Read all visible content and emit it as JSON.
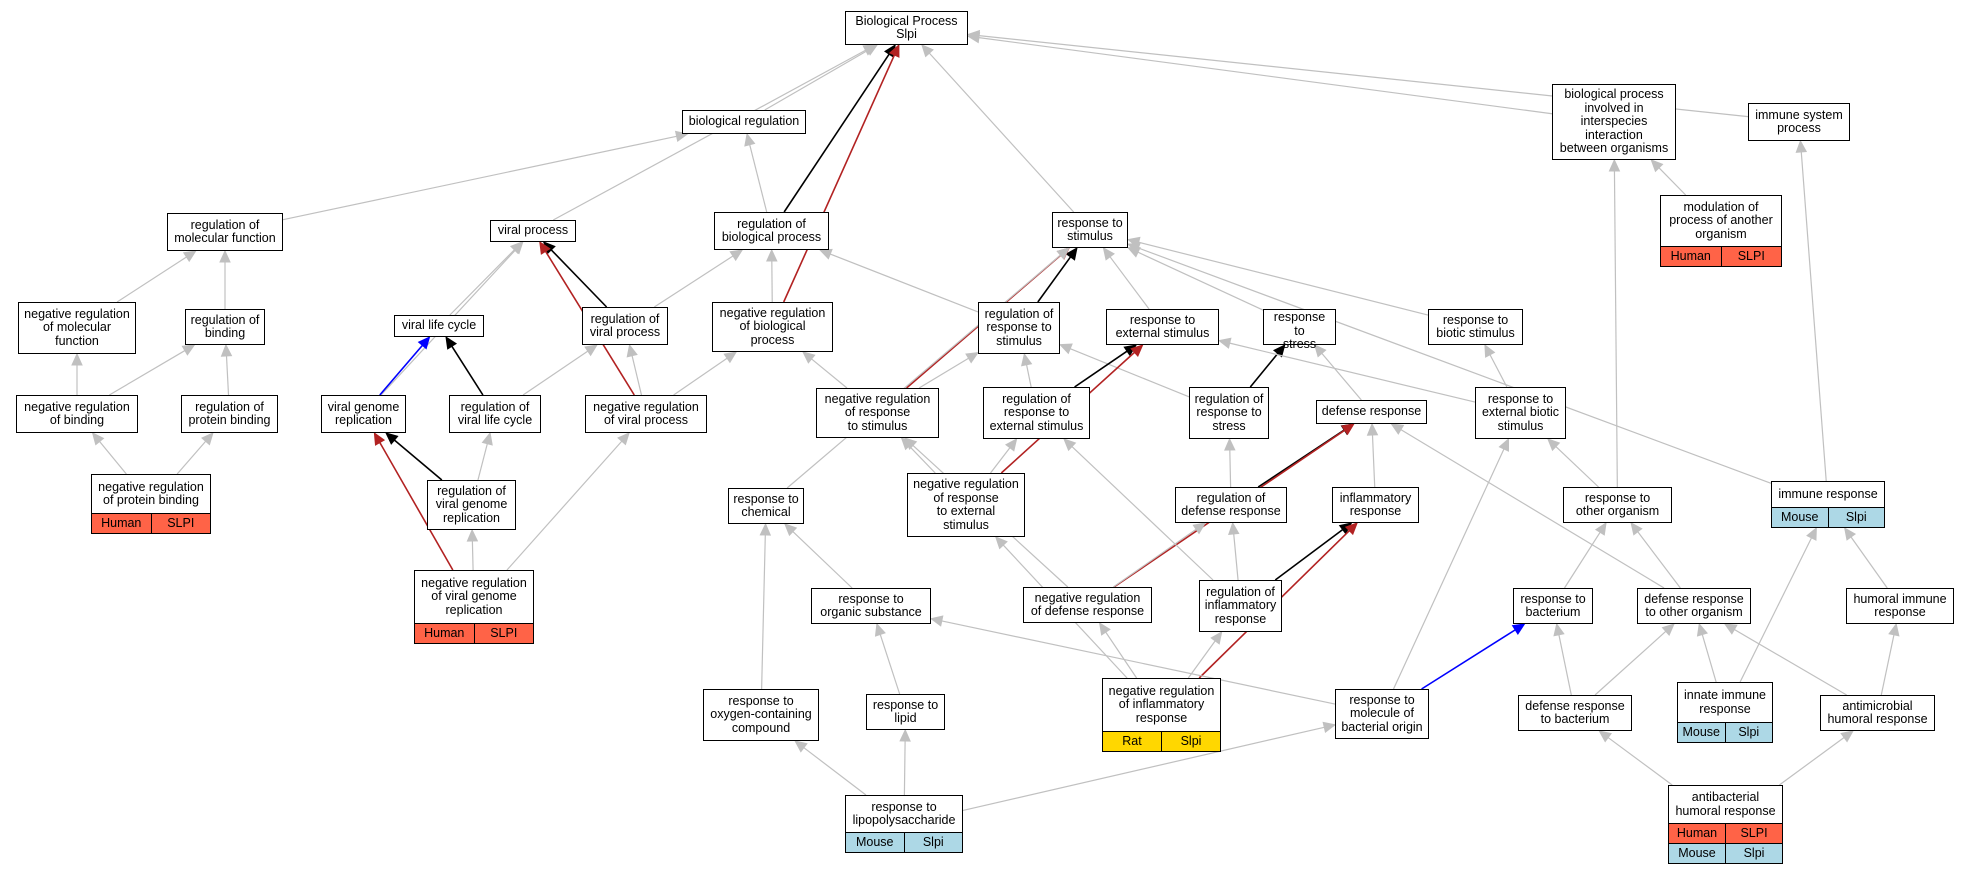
{
  "colors": {
    "gray": "#c0c0c0",
    "black": "#000000",
    "red": "#b22222",
    "blue": "#0000ff"
  },
  "nodes": {
    "bp": {
      "label": "Biological Process\nSlpi"
    },
    "bioreg": {
      "label": "biological regulation"
    },
    "bpinv": {
      "label": "biological process\ninvolved in\ninterspecies\ninteraction\nbetween organisms"
    },
    "imsys": {
      "label": "immune system\nprocess"
    },
    "regmol": {
      "label": "regulation of\nmolecular function"
    },
    "viral": {
      "label": "viral process"
    },
    "regbp": {
      "label": "regulation of\nbiological process"
    },
    "respstim": {
      "label": "response to\nstimulus"
    },
    "modproc": {
      "label": "modulation of\nprocess of another\norganism",
      "tags": [
        {
          "text": "Human",
          "color": "#ff6347"
        },
        {
          "text": "SLPI",
          "color": "#ff6347"
        }
      ]
    },
    "negregmol": {
      "label": "negative regulation\nof molecular\nfunction"
    },
    "regbind": {
      "label": "regulation of\nbinding"
    },
    "vlc": {
      "label": "viral life cycle"
    },
    "regvp": {
      "label": "regulation of\nviral process"
    },
    "negregbp": {
      "label": "negative regulation\nof biological\nprocess"
    },
    "regresp": {
      "label": "regulation of\nresponse to\nstimulus"
    },
    "respext": {
      "label": "response to\nexternal stimulus"
    },
    "respstress": {
      "label": "response to\nstress"
    },
    "respbio": {
      "label": "response to\nbiotic stimulus"
    },
    "negregbind": {
      "label": "negative regulation\nof binding"
    },
    "regprot": {
      "label": "regulation of\nprotein binding"
    },
    "vgr": {
      "label": "viral genome\nreplication"
    },
    "regvlc": {
      "label": "regulation of\nviral life cycle"
    },
    "negregvp": {
      "label": "negative regulation\nof viral process"
    },
    "negregrs": {
      "label": "negative regulation\nof response\nto stimulus"
    },
    "regrext": {
      "label": "regulation of\nresponse to\nexternal stimulus"
    },
    "regrstress": {
      "label": "regulation of\nresponse to\nstress"
    },
    "defresp": {
      "label": "defense response"
    },
    "respextbio": {
      "label": "response to\nexternal biotic\nstimulus"
    },
    "negregprot": {
      "label": "negative regulation\nof protein binding",
      "tags": [
        {
          "text": "Human",
          "color": "#ff6347"
        },
        {
          "text": "SLPI",
          "color": "#ff6347"
        }
      ]
    },
    "regvgr": {
      "label": "regulation of\nviral genome\nreplication"
    },
    "respchem": {
      "label": "response to\nchemical"
    },
    "negregre": {
      "label": "negative regulation\nof response\nto external\nstimulus"
    },
    "regdef": {
      "label": "regulation of\ndefense response"
    },
    "inflam": {
      "label": "inflammatory\nresponse"
    },
    "respother": {
      "label": "response to\nother organism"
    },
    "immresp": {
      "label": "immune response",
      "tags": [
        {
          "text": "Mouse",
          "color": "#add8e6"
        },
        {
          "text": "Slpi",
          "color": "#add8e6"
        }
      ]
    },
    "negregvgr": {
      "label": "negative regulation\nof viral genome\nreplication",
      "tags": [
        {
          "text": "Human",
          "color": "#ff6347"
        },
        {
          "text": "SLPI",
          "color": "#ff6347"
        }
      ]
    },
    "resporg": {
      "label": "response to\norganic substance"
    },
    "negregdef": {
      "label": "negative regulation\nof defense response"
    },
    "reginflam": {
      "label": "regulation of\ninflammatory\nresponse"
    },
    "respbact": {
      "label": "response to\nbacterium"
    },
    "defother": {
      "label": "defense response\nto other organism"
    },
    "humoral": {
      "label": "humoral immune\nresponse"
    },
    "respoxy": {
      "label": "response to\noxygen-containing\ncompound"
    },
    "resplipid": {
      "label": "response to\nlipid"
    },
    "negreginflam": {
      "label": "negative regulation\nof inflammatory\nresponse",
      "tags": [
        {
          "text": "Rat",
          "color": "#ffd700"
        },
        {
          "text": "Slpi",
          "color": "#ffd700"
        }
      ]
    },
    "respmol": {
      "label": "response to\nmolecule of\nbacterial origin"
    },
    "defbact": {
      "label": "defense response\nto bacterium"
    },
    "innate": {
      "label": "innate immune\nresponse",
      "tags": [
        {
          "text": "Mouse",
          "color": "#add8e6"
        },
        {
          "text": "Slpi",
          "color": "#add8e6"
        }
      ]
    },
    "antimic": {
      "label": "antimicrobial\nhumoral response"
    },
    "resplps": {
      "label": "response to\nlipopolysaccharide",
      "tags": [
        {
          "text": "Mouse",
          "color": "#add8e6"
        },
        {
          "text": "Slpi",
          "color": "#add8e6"
        }
      ]
    },
    "antibact": {
      "label": "antibacterial\nhumoral response",
      "tags": [
        {
          "text": "Human",
          "color": "#ff6347"
        },
        {
          "text": "SLPI",
          "color": "#ff6347"
        },
        {
          "text": "Mouse",
          "color": "#add8e6"
        },
        {
          "text": "Slpi",
          "color": "#add8e6"
        }
      ]
    }
  },
  "edges": [
    {
      "from": "bioreg",
      "to": "bp",
      "color": "gray"
    },
    {
      "from": "viral",
      "to": "bp",
      "color": "gray"
    },
    {
      "from": "regbp",
      "to": "bp",
      "color": "black"
    },
    {
      "from": "negregbp",
      "to": "bp",
      "color": "red"
    },
    {
      "from": "respstim",
      "to": "bp",
      "color": "gray"
    },
    {
      "from": "bpinv",
      "to": "bp",
      "color": "gray"
    },
    {
      "from": "imsys",
      "to": "bp",
      "color": "gray"
    },
    {
      "from": "regmol",
      "to": "bioreg",
      "color": "gray"
    },
    {
      "from": "regbp",
      "to": "bioreg",
      "color": "gray"
    },
    {
      "from": "modproc",
      "to": "bpinv",
      "color": "gray"
    },
    {
      "from": "respother",
      "to": "bpinv",
      "color": "gray"
    },
    {
      "from": "immresp",
      "to": "imsys",
      "color": "gray"
    },
    {
      "from": "negregmol",
      "to": "regmol",
      "color": "gray"
    },
    {
      "from": "regbind",
      "to": "regmol",
      "color": "gray"
    },
    {
      "from": "vgr",
      "to": "viral",
      "color": "gray"
    },
    {
      "from": "vlc",
      "to": "viral",
      "color": "gray"
    },
    {
      "from": "regvp",
      "to": "viral",
      "color": "black"
    },
    {
      "from": "negregvp",
      "to": "viral",
      "color": "red"
    },
    {
      "from": "regvp",
      "to": "regbp",
      "color": "gray"
    },
    {
      "from": "negregbp",
      "to": "regbp",
      "color": "gray"
    },
    {
      "from": "regresp",
      "to": "regbp",
      "color": "gray"
    },
    {
      "from": "regresp",
      "to": "respstim",
      "color": "black"
    },
    {
      "from": "negregrs",
      "to": "respstim",
      "color": "red"
    },
    {
      "from": "respext",
      "to": "respstim",
      "color": "gray"
    },
    {
      "from": "respstress",
      "to": "respstim",
      "color": "gray"
    },
    {
      "from": "respbio",
      "to": "respstim",
      "color": "gray"
    },
    {
      "from": "respchem",
      "to": "respstim",
      "color": "gray"
    },
    {
      "from": "immresp",
      "to": "respstim",
      "color": "gray"
    },
    {
      "from": "negregbind",
      "to": "negregmol",
      "color": "gray"
    },
    {
      "from": "negregbind",
      "to": "regbind",
      "color": "gray"
    },
    {
      "from": "regprot",
      "to": "regbind",
      "color": "gray"
    },
    {
      "from": "vgr",
      "to": "vlc",
      "color": "blue"
    },
    {
      "from": "regvlc",
      "to": "vlc",
      "color": "black"
    },
    {
      "from": "regvlc",
      "to": "regvp",
      "color": "gray"
    },
    {
      "from": "negregvp",
      "to": "regvp",
      "color": "gray"
    },
    {
      "from": "negregvp",
      "to": "negregbp",
      "color": "gray"
    },
    {
      "from": "negregrs",
      "to": "negregbp",
      "color": "gray"
    },
    {
      "from": "negregrs",
      "to": "regresp",
      "color": "gray"
    },
    {
      "from": "regrext",
      "to": "regresp",
      "color": "gray"
    },
    {
      "from": "regrstress",
      "to": "regresp",
      "color": "gray"
    },
    {
      "from": "regrext",
      "to": "respext",
      "color": "black"
    },
    {
      "from": "negregre",
      "to": "respext",
      "color": "red"
    },
    {
      "from": "regrstress",
      "to": "respstress",
      "color": "black"
    },
    {
      "from": "defresp",
      "to": "respstress",
      "color": "gray"
    },
    {
      "from": "respextbio",
      "to": "respext",
      "color": "gray"
    },
    {
      "from": "respextbio",
      "to": "respbio",
      "color": "gray"
    },
    {
      "from": "negregprot",
      "to": "negregbind",
      "color": "gray"
    },
    {
      "from": "negregprot",
      "to": "regprot",
      "color": "gray"
    },
    {
      "from": "regvgr",
      "to": "vgr",
      "color": "black"
    },
    {
      "from": "negregvgr",
      "to": "vgr",
      "color": "red"
    },
    {
      "from": "regvgr",
      "to": "regvlc",
      "color": "gray"
    },
    {
      "from": "negregvgr",
      "to": "regvgr",
      "color": "gray"
    },
    {
      "from": "negregvgr",
      "to": "negregvp",
      "color": "gray"
    },
    {
      "from": "negregre",
      "to": "negregrs",
      "color": "gray"
    },
    {
      "from": "negregre",
      "to": "regrext",
      "color": "gray"
    },
    {
      "from": "negregdef",
      "to": "negregrs",
      "color": "gray"
    },
    {
      "from": "regdef",
      "to": "regrstress",
      "color": "gray"
    },
    {
      "from": "regdef",
      "to": "defresp",
      "color": "black"
    },
    {
      "from": "negregdef",
      "to": "defresp",
      "color": "red"
    },
    {
      "from": "inflam",
      "to": "defresp",
      "color": "gray"
    },
    {
      "from": "defother",
      "to": "defresp",
      "color": "gray"
    },
    {
      "from": "negregdef",
      "to": "regdef",
      "color": "gray"
    },
    {
      "from": "reginflam",
      "to": "regdef",
      "color": "gray"
    },
    {
      "from": "reginflam",
      "to": "regrext",
      "color": "gray"
    },
    {
      "from": "reginflam",
      "to": "inflam",
      "color": "black"
    },
    {
      "from": "negreginflam",
      "to": "inflam",
      "color": "red"
    },
    {
      "from": "negreginflam",
      "to": "negregdef",
      "color": "gray"
    },
    {
      "from": "negreginflam",
      "to": "reginflam",
      "color": "gray"
    },
    {
      "from": "negreginflam",
      "to": "negregre",
      "color": "gray"
    },
    {
      "from": "respother",
      "to": "respextbio",
      "color": "gray"
    },
    {
      "from": "respbact",
      "to": "respother",
      "color": "gray"
    },
    {
      "from": "defother",
      "to": "respother",
      "color": "gray"
    },
    {
      "from": "innate",
      "to": "immresp",
      "color": "gray"
    },
    {
      "from": "humoral",
      "to": "immresp",
      "color": "gray"
    },
    {
      "from": "resporg",
      "to": "respchem",
      "color": "gray"
    },
    {
      "from": "respoxy",
      "to": "respchem",
      "color": "gray"
    },
    {
      "from": "resplipid",
      "to": "resporg",
      "color": "gray"
    },
    {
      "from": "respmol",
      "to": "resporg",
      "color": "gray"
    },
    {
      "from": "respmol",
      "to": "respextbio",
      "color": "gray"
    },
    {
      "from": "respmol",
      "to": "respbact",
      "color": "blue"
    },
    {
      "from": "defbact",
      "to": "respbact",
      "color": "gray"
    },
    {
      "from": "defbact",
      "to": "defother",
      "color": "gray"
    },
    {
      "from": "innate",
      "to": "defother",
      "color": "gray"
    },
    {
      "from": "antimic",
      "to": "defother",
      "color": "gray"
    },
    {
      "from": "antimic",
      "to": "humoral",
      "color": "gray"
    },
    {
      "from": "resplps",
      "to": "respoxy",
      "color": "gray"
    },
    {
      "from": "resplps",
      "to": "resplipid",
      "color": "gray"
    },
    {
      "from": "resplps",
      "to": "respmol",
      "color": "gray"
    },
    {
      "from": "antibact",
      "to": "defbact",
      "color": "gray"
    },
    {
      "from": "antibact",
      "to": "antimic",
      "color": "gray"
    }
  ]
}
